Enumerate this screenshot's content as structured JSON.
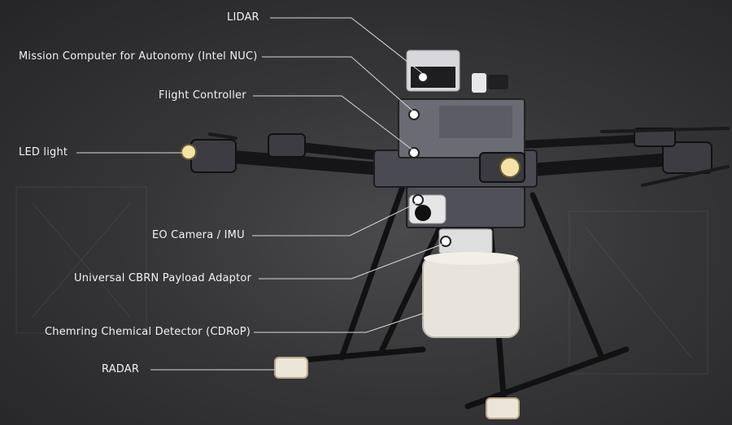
{
  "diagram": {
    "subject": "drone",
    "callouts": [
      {
        "id": "lidar",
        "label": "LIDAR",
        "align": "right"
      },
      {
        "id": "mission-computer",
        "label": "Mission Computer for Autonomy (Intel NUC)",
        "align": "right"
      },
      {
        "id": "flight-controller",
        "label": "Flight Controller",
        "align": "right"
      },
      {
        "id": "led-light",
        "label": "LED light",
        "align": "left"
      },
      {
        "id": "eo-camera",
        "label": "EO Camera / IMU",
        "align": "right"
      },
      {
        "id": "payload-adaptor",
        "label": "Universal CBRN Payload Adaptor",
        "align": "right"
      },
      {
        "id": "chemical-detector",
        "label": "Chemring Chemical Detector (CDRoP)",
        "align": "right"
      },
      {
        "id": "radar",
        "label": "RADAR",
        "align": "left"
      }
    ]
  },
  "colors": {
    "background": "#2f2f31",
    "label_text": "#f2f2f2",
    "leader_line": "#d8d8d8",
    "drone_body": "#5a5a62",
    "arm": "#1a1a1c",
    "detector": "#e8e4dc"
  }
}
